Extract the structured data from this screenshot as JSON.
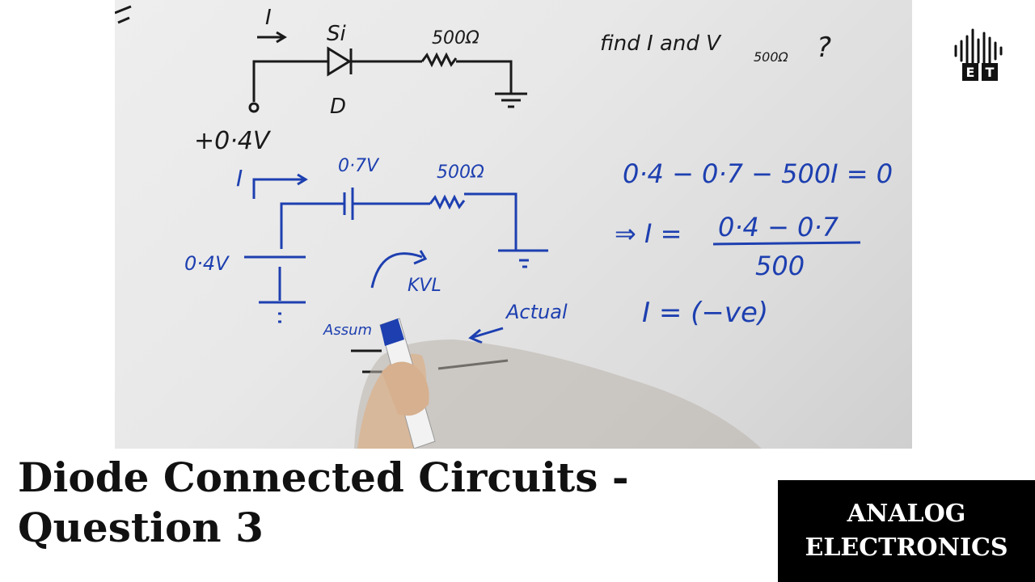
{
  "board": {
    "top_circuit": {
      "current_label": "I",
      "diode_type": "Si",
      "resistor_label": "500Ω",
      "diode_label": "D",
      "source_label": "+0·4V"
    },
    "question": {
      "text": "find I and V",
      "subscript": "500Ω",
      "mark": "?"
    },
    "model_circuit": {
      "current_label": "I",
      "drop_label": "0·7V",
      "resistor_label": "500Ω",
      "source_label": "0·4V",
      "loop_label": "KVL",
      "assumed_label": "Assum",
      "actual_label": "Actual"
    },
    "equations": {
      "line1": "0·4 − 0·7 − 500I = 0",
      "line2_prefix": "⇒ I =",
      "numerator": "0·4 − 0·7",
      "denominator": "500",
      "line3": "I = (−ve)"
    },
    "colors": {
      "black_ink": "#1a1a1a",
      "blue_ink": "#1d3fb0"
    }
  },
  "logo": {
    "letters": [
      "E",
      "T"
    ],
    "icon": "sound-wave-icon"
  },
  "title": {
    "line1": "Diode Connected Circuits -",
    "line2": "Question 3"
  },
  "subject_badge": {
    "line1": "ANALOG",
    "line2": "ELECTRONICS"
  }
}
